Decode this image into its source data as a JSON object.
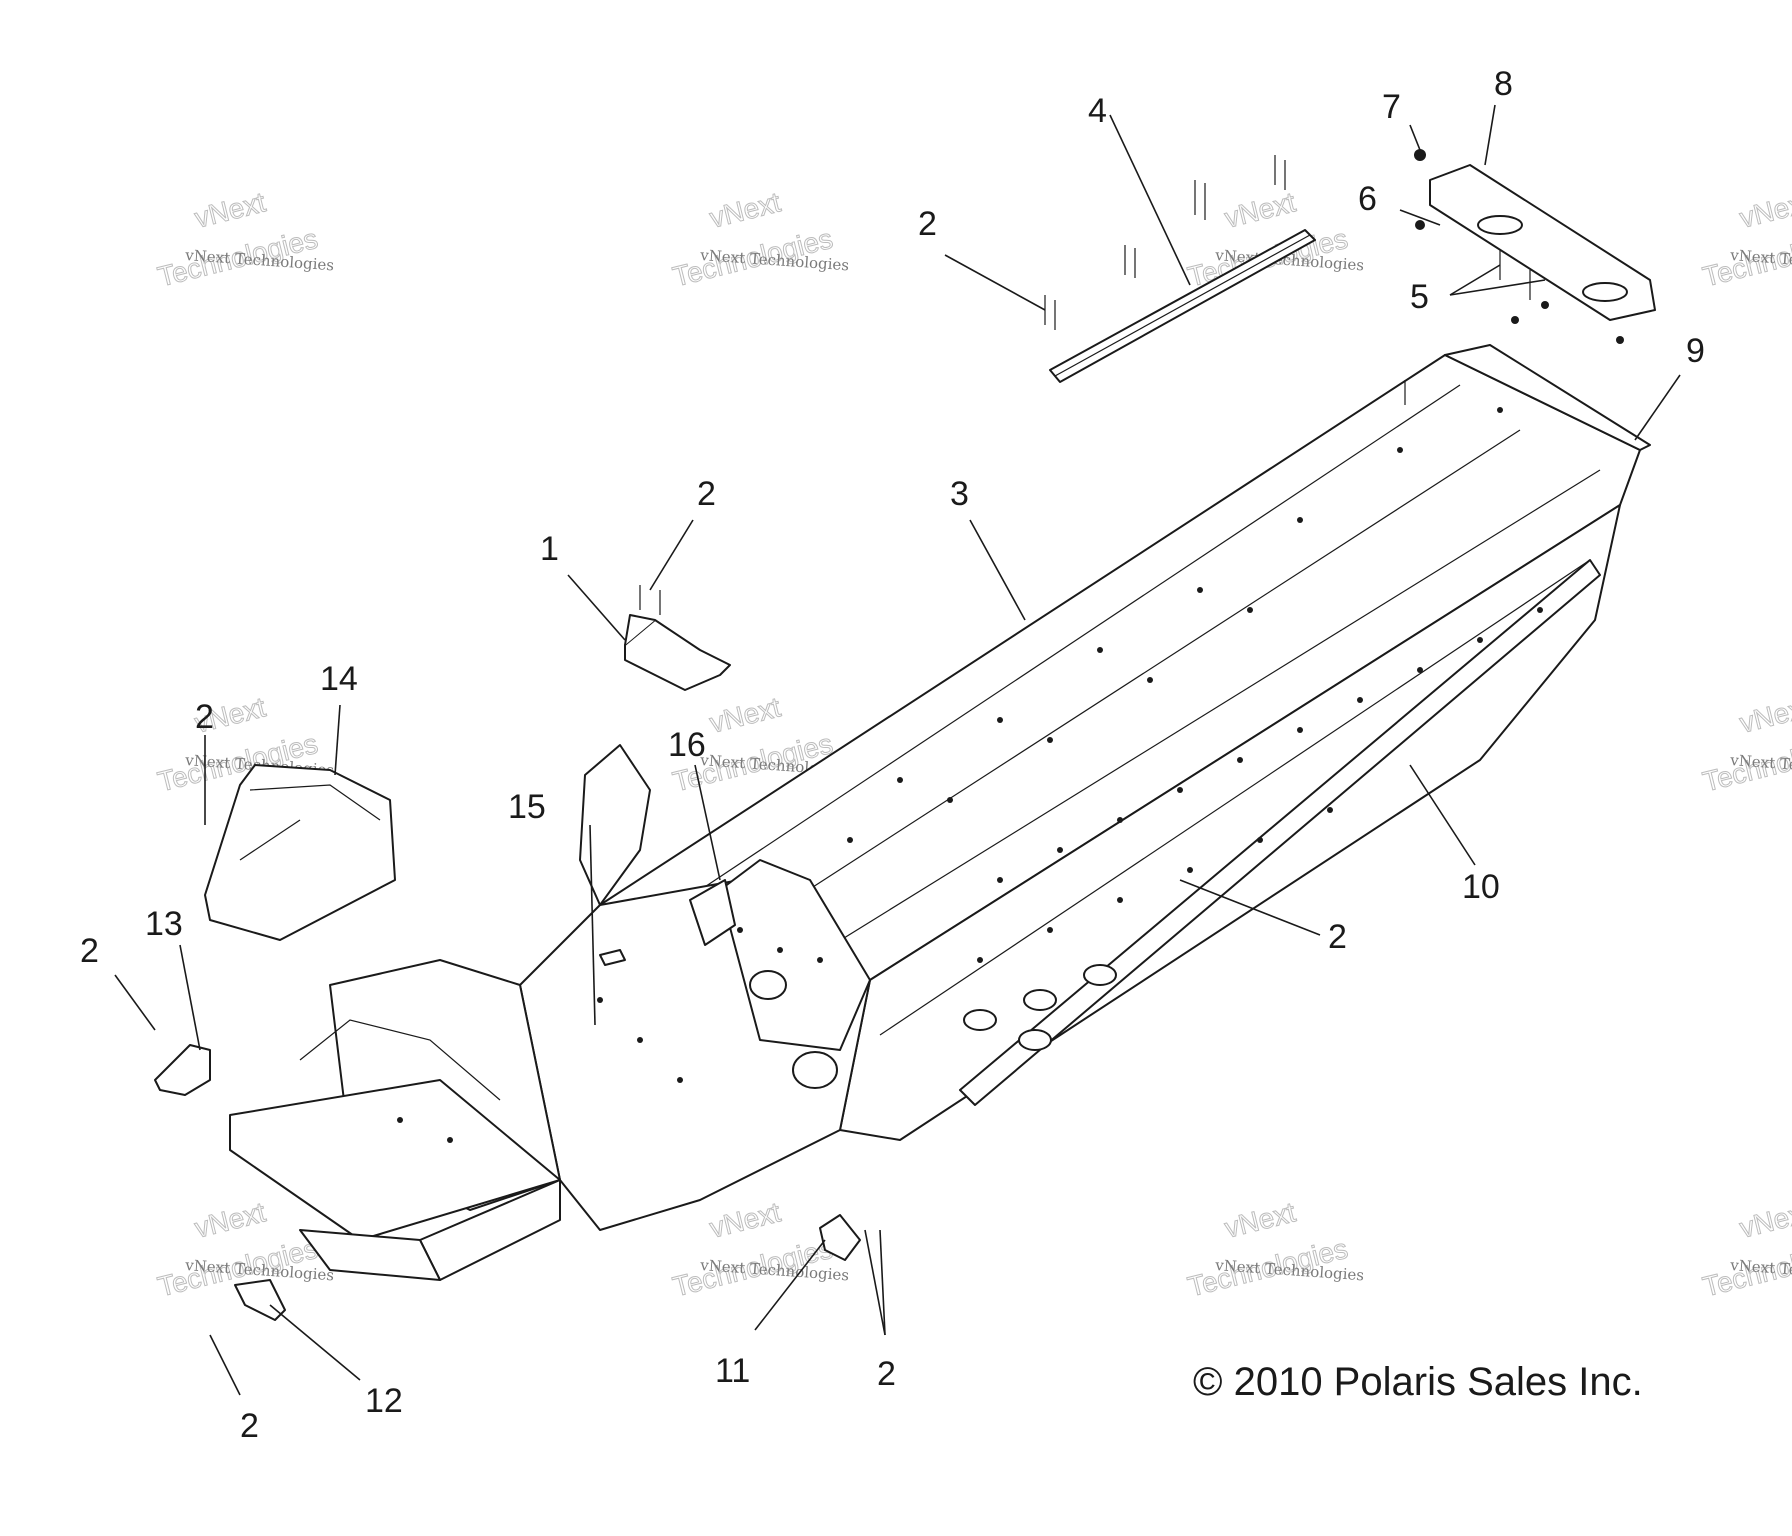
{
  "diagram": {
    "callouts": [
      "1",
      "2",
      "3",
      "4",
      "5",
      "6",
      "7",
      "8",
      "9",
      "10",
      "11",
      "12",
      "13",
      "14",
      "15",
      "16"
    ],
    "copyright": "© 2010 Polaris Sales Inc.",
    "watermark": {
      "line1": "vNext Technologies",
      "line2": "vNext",
      "line3": "Technologies"
    }
  }
}
